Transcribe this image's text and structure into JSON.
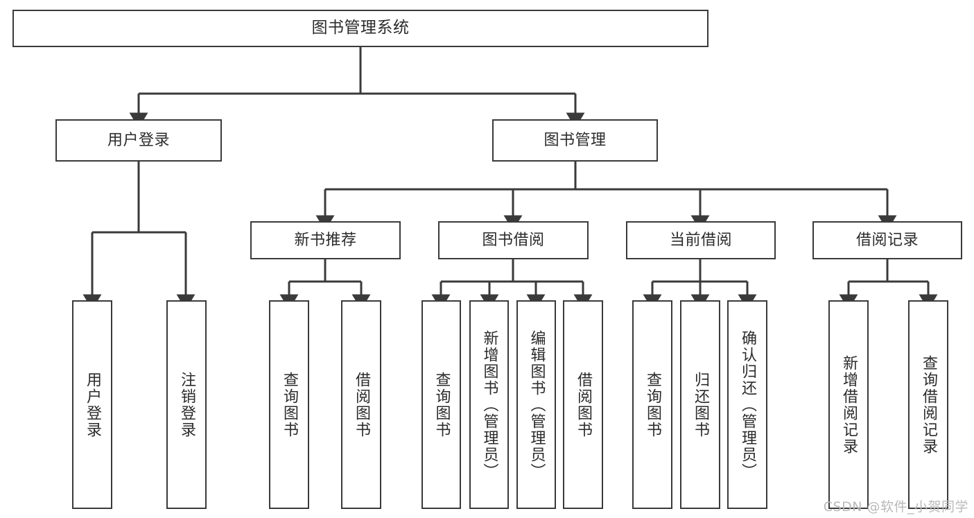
{
  "diagram": {
    "title": "图书管理系统",
    "watermark": "CSDN @软件_小贺同学",
    "colors": {
      "stroke": "#3a3a3a",
      "text": "#2b2b2b",
      "background": "#ffffff",
      "watermark": "#b9b9b9"
    },
    "root": {
      "label": "图书管理系统"
    },
    "level1": [
      {
        "label": "用户登录"
      },
      {
        "label": "图书管理"
      }
    ],
    "level2": [
      {
        "label": "新书推荐"
      },
      {
        "label": "图书借阅"
      },
      {
        "label": "当前借阅"
      },
      {
        "label": "借阅记录"
      }
    ],
    "leaves": {
      "user_login": [
        {
          "label": "用户登录"
        },
        {
          "label": "注销登录"
        }
      ],
      "new_book_recommend": [
        {
          "label": "查询图书"
        },
        {
          "label": "借阅图书"
        }
      ],
      "book_borrow": [
        {
          "label": "查询图书"
        },
        {
          "label": "新增图书（管理员）"
        },
        {
          "label": "编辑图书（管理员）"
        },
        {
          "label": "借阅图书"
        }
      ],
      "current_borrow": [
        {
          "label": "查询图书"
        },
        {
          "label": "归还图书"
        },
        {
          "label": "确认归还（管理员）"
        }
      ],
      "borrow_record": [
        {
          "label": "新增借阅记录"
        },
        {
          "label": "查询借阅记录"
        }
      ]
    }
  }
}
